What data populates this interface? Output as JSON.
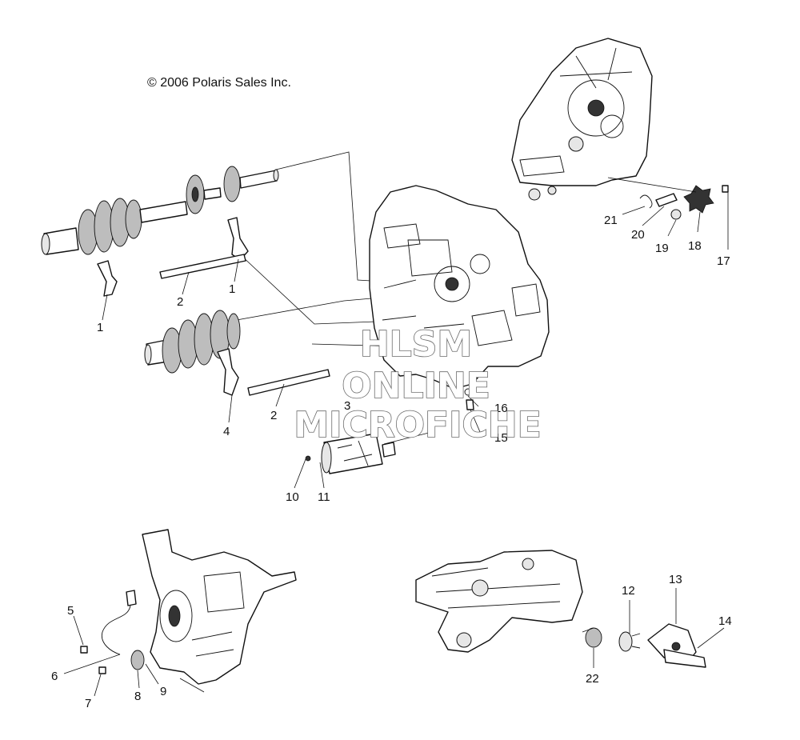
{
  "copyright": "© 2006 Polaris Sales Inc.",
  "watermark": {
    "line1": "HLSM",
    "line2": "ONLINE",
    "line3": "MICROFICHE"
  },
  "callouts": {
    "c1a": "1",
    "c1b": "1",
    "c2a": "2",
    "c2b": "2",
    "c3": "3",
    "c4": "4",
    "c5": "5",
    "c6": "6",
    "c7": "7",
    "c8": "8",
    "c9": "9",
    "c10": "10",
    "c11": "11",
    "c12": "12",
    "c13": "13",
    "c14": "14",
    "c15": "15",
    "c16": "16",
    "c17": "17",
    "c18": "18",
    "c19": "19",
    "c20": "20",
    "c21": "21",
    "c22": "22"
  }
}
